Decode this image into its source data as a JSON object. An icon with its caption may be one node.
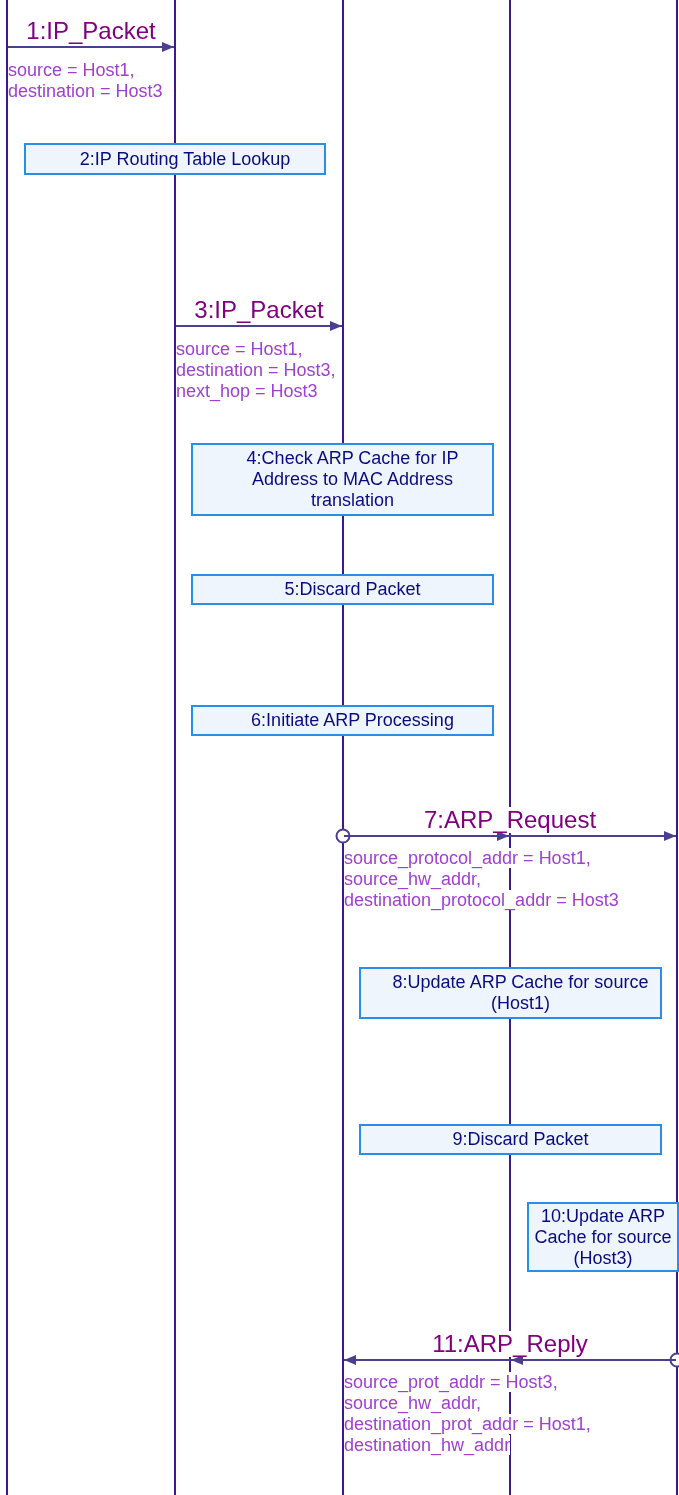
{
  "diagram": {
    "nodes": [
      {
        "text": [],
        "shape": "bar"
      },
      {
        "text": [],
        "shape": "bar"
      },
      {
        "text": [],
        "shape": "bar"
      },
      {
        "text": [],
        "shape": "bar"
      },
      {
        "text": [],
        "shape": "bar"
      },
      {
        "text": [
          "2:IP Routing Table Lookup"
        ]
      },
      {
        "text": [
          "4:Check ARP Cache for IP Address to MAC Address translation"
        ]
      },
      {
        "text": [
          "5:Discard Packet"
        ]
      },
      {
        "text": [
          "6:Initiate ARP Processing"
        ]
      },
      {
        "text": [
          "8:Update ARP Cache for source (Host1)"
        ]
      },
      {
        "text": [
          "9:Discard Packet"
        ]
      },
      {
        "text": [
          "10:Update ARP Cache for source (Host3)"
        ]
      }
    ],
    "edges": [
      {
        "from": 0,
        "to": 1,
        "arrow": "to",
        "label": "1:IP_Packet"
      },
      {
        "from": 1,
        "to": 2,
        "arrow": "to",
        "label": "3:IP_Packet"
      },
      {
        "from": 2,
        "to": 4,
        "arrow": "to",
        "label": "7:ARP_Request"
      },
      {
        "from": 2,
        "to": 3,
        "arrow": "to"
      },
      {
        "from": 4,
        "to": 2,
        "arrow": "to",
        "label": "11:ARP_Reply"
      },
      {
        "from": 4,
        "to": 3,
        "arrow": "to"
      }
    ],
    "labels": [
      "source = Host1, destination = Host3",
      "source = Host1, destination = Host3, next_hop = Host3",
      "source_protocol_addr = Host1, source_hw_addr, destination_protocol_addr = Host3",
      "source_prot_addr = Host3, source_hw_addr, destination_prot_addr = Host1, destination_hw_addr"
    ]
  }
}
